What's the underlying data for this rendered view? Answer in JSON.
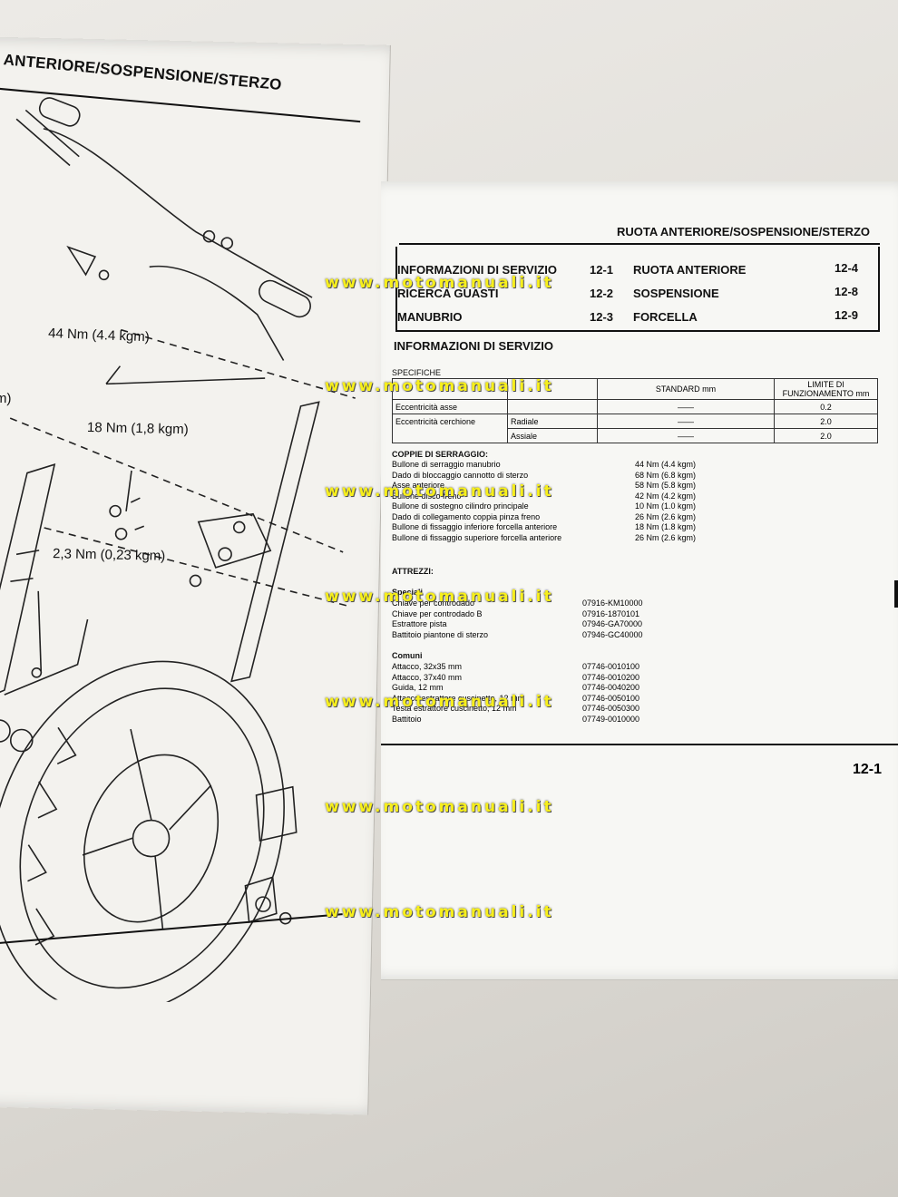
{
  "left_page": {
    "title": "ANTERIORE/SOSPENSIONE/STERZO",
    "torque_labels": {
      "t1": "44 Nm (4.4 kgm)",
      "t2": "18 Nm (1,8 kgm)",
      "t3": "2,3 Nm (0,23 kgm)",
      "t4": "gm)"
    }
  },
  "right_page": {
    "section_title": "RUOTA ANTERIORE/SOSPENSIONE/STERZO",
    "toc": [
      {
        "label": "INFORMAZIONI DI SERVIZIO",
        "page": "12-1"
      },
      {
        "label": "RICERCA GUASTI",
        "page": "12-2"
      },
      {
        "label": "MANUBRIO",
        "page": "12-3"
      },
      {
        "label": "RUOTA ANTERIORE",
        "page": "12-4"
      },
      {
        "label": "SOSPENSIONE",
        "page": "12-8"
      },
      {
        "label": "FORCELLA",
        "page": "12-9"
      }
    ],
    "info_heading": "INFORMAZIONI DI SERVIZIO",
    "specs_label": "SPECIFICHE",
    "spec_table": {
      "headers": [
        "",
        "",
        "STANDARD mm",
        "LIMITE DI FUNZIONAMENTO mm"
      ],
      "rows": [
        [
          "Eccentricità asse",
          "",
          "——",
          "0.2"
        ],
        [
          "Eccentricità cerchione",
          "Radiale",
          "——",
          "2.0"
        ],
        [
          "",
          "Assiale",
          "——",
          "2.0"
        ]
      ]
    },
    "torques_heading": "COPPIE DI SERRAGGIO:",
    "torques": [
      {
        "name": "Bullone di serraggio manubrio",
        "value": "44 Nm (4.4 kgm)"
      },
      {
        "name": "Dado di bloccaggio cannotto di sterzo",
        "value": "68 Nm (6.8 kgm)"
      },
      {
        "name": "Asse anteriore",
        "value": "58 Nm (5.8 kgm)"
      },
      {
        "name": "Bullone disco freno",
        "value": "42 Nm (4.2 kgm)"
      },
      {
        "name": "Bullone di sostegno cilindro principale",
        "value": "10 Nm (1.0 kgm)"
      },
      {
        "name": "Dado di collegamento coppia pinza freno",
        "value": "26 Nm (2.6 kgm)"
      },
      {
        "name": "Bullone di fissaggio inferiore forcella anteriore",
        "value": "18 Nm (1.8 kgm)"
      },
      {
        "name": "Bullone di fissaggio superiore forcella anteriore",
        "value": "26 Nm (2.6 kgm)"
      }
    ],
    "tools_heading": "ATTREZZI:",
    "special_heading": "Speciali",
    "special_tools": [
      {
        "name": "Chiave per controdado",
        "code": "07916-KM10000"
      },
      {
        "name": "Chiave per controdado B",
        "code": "07916-1870101"
      },
      {
        "name": "Estrattore pista",
        "code": "07946-GA70000"
      },
      {
        "name": "Battitoio piantone di sterzo",
        "code": "07946-GC40000"
      }
    ],
    "common_heading": "Comuni",
    "common_tools": [
      {
        "name": "Attacco, 32x35 mm",
        "code": "07746-0010100"
      },
      {
        "name": "Attacco, 37x40 mm",
        "code": "07746-0010200"
      },
      {
        "name": "Guida, 12 mm",
        "code": "07746-0040200"
      },
      {
        "name": "Attacco estrattore cuscinetto, 12 mm",
        "code": "07746-0050100"
      },
      {
        "name": "Testa estrattore cuscinetto, 12 mm",
        "code": "07746-0050300"
      },
      {
        "name": "Battitoio",
        "code": "07749-0010000"
      }
    ],
    "page_number": "12-1"
  },
  "watermark": "www.motomanuali.it",
  "colors": {
    "watermark": "#f7ef1c",
    "ink": "#111111",
    "paper": "#f7f7f4"
  }
}
